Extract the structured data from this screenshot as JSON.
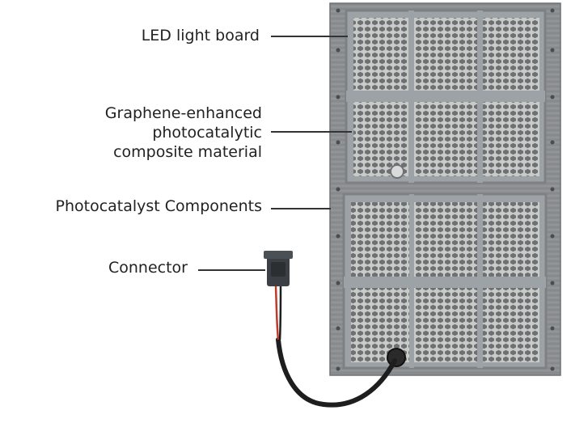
{
  "labels": {
    "led_board": "LED light board",
    "graphene_line1": "Graphene-enhanced",
    "graphene_line2": "photocatalytic",
    "graphene_line3": "composite material",
    "components": "Photocatalyst  Components",
    "connector": "Connector"
  },
  "colors": {
    "frame": "#8c8f91",
    "frame_dark": "#6f7274",
    "panel_gray": "#9da2a6",
    "mesh_cell": "#6d7173",
    "cable": "#1e1e1e",
    "wire_red": "#c0392b",
    "connector_body": "#3c4044"
  }
}
